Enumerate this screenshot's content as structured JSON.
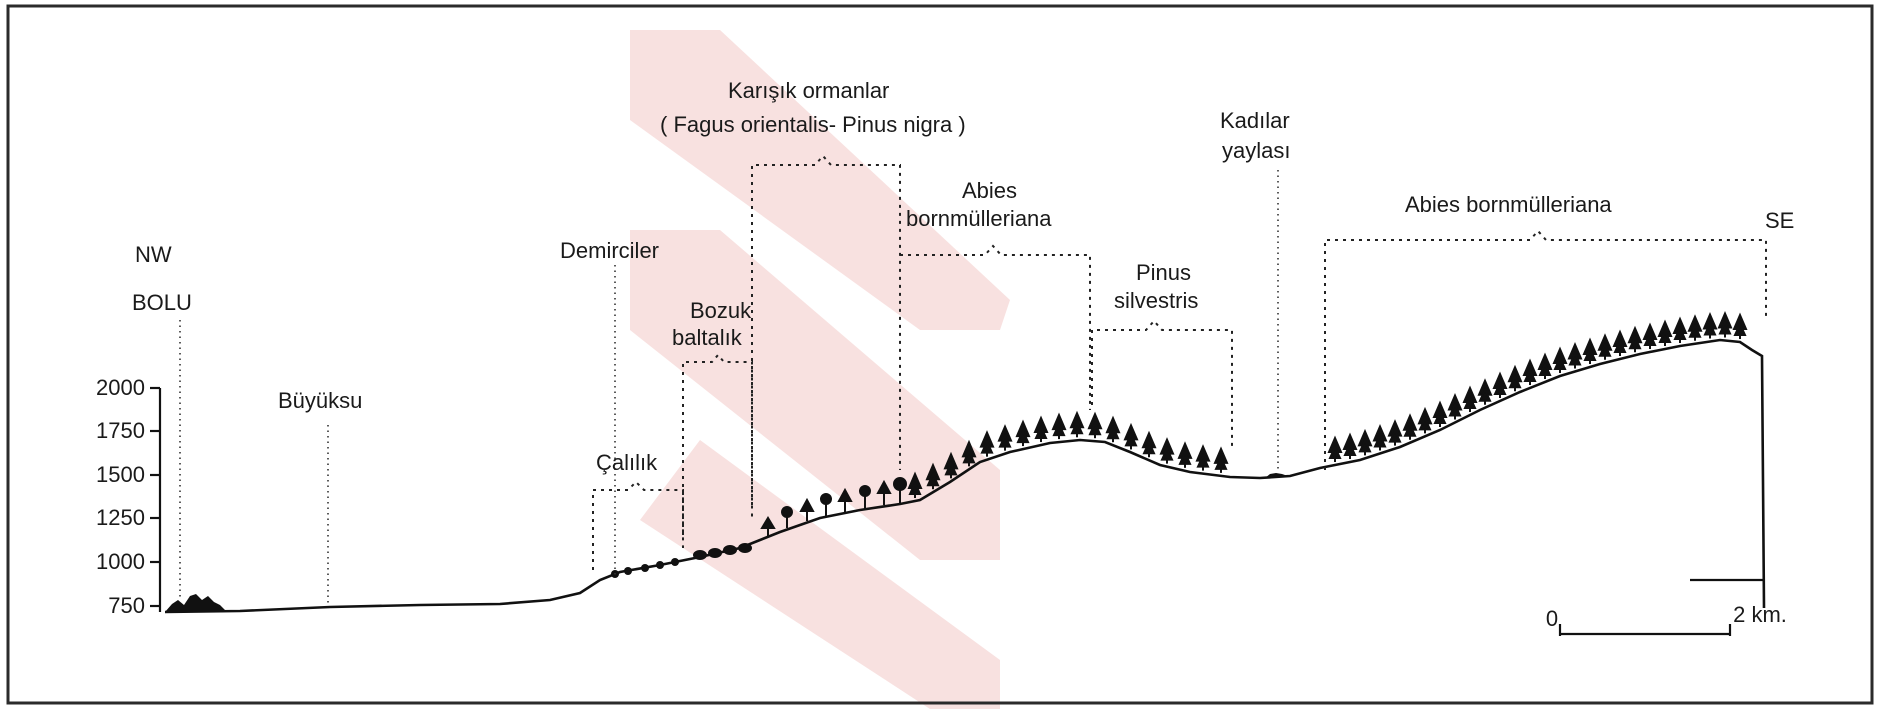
{
  "diagram": {
    "colors": {
      "ink": "#1a1a1a",
      "watermark": "#f3c9c6",
      "background": "#ffffff"
    },
    "elevation_axis": {
      "ticks": [
        "750",
        "1000",
        "1250",
        "1500",
        "1750",
        "2000"
      ]
    },
    "direction": {
      "left": "NW",
      "right": "SE"
    },
    "places": {
      "bolu": "BOLU",
      "buyuksu": "Büyüksu",
      "demirciler": "Demirciler",
      "kadilar_line1": "Kadılar",
      "kadilar_line2": "yaylası"
    },
    "zones": {
      "calilik": "Çalılık",
      "bozuk_line1": "Bozuk",
      "bozuk_line2": "baltalık",
      "karisik_line1": "Karışık ormanlar",
      "karisik_line2": "( Fagus orientalis- Pinus nigra )",
      "abies1_line1": "Abies",
      "abies1_line2": "bornmülleriana",
      "pinus_line1": "Pinus",
      "pinus_line2": "silvestris",
      "abies2": "Abies  bornmülleriana"
    },
    "scale_bar": {
      "start": "0",
      "end": "2 km."
    }
  }
}
